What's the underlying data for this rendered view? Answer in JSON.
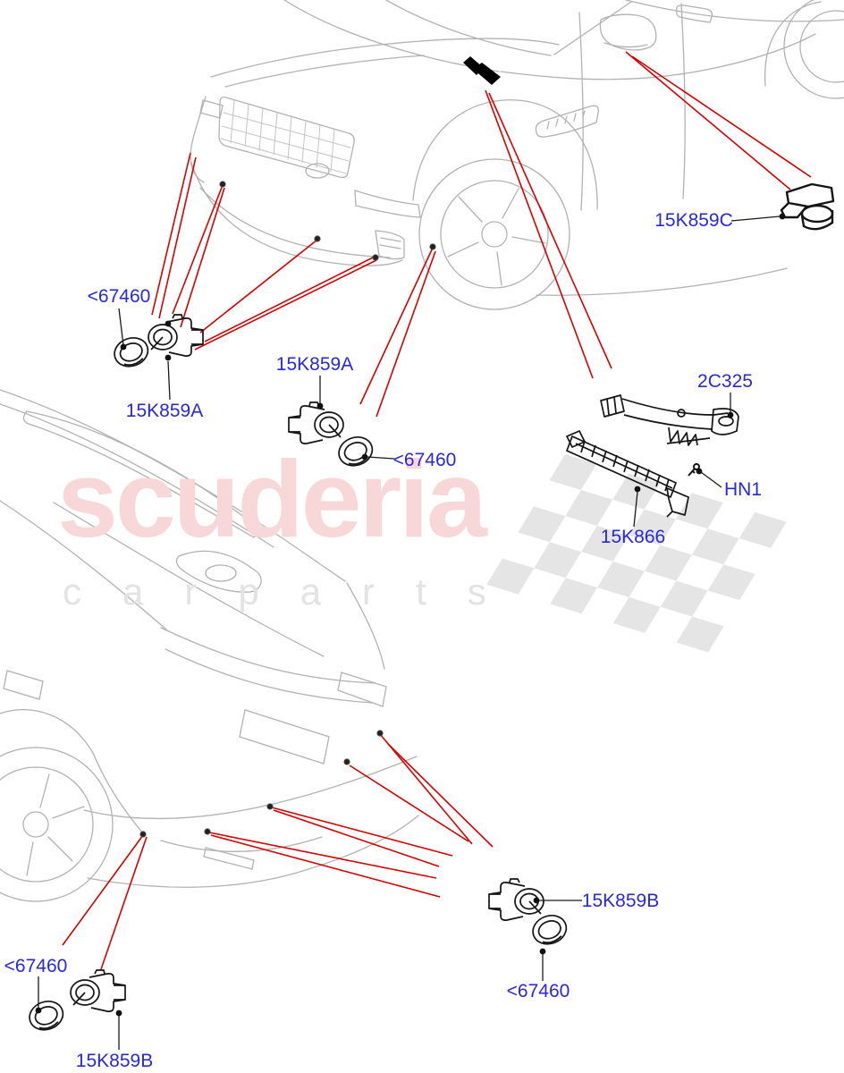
{
  "document": {
    "type": "parts-diagram",
    "subject": "Parking distance control sensors - front and rear vehicle views"
  },
  "watermark": {
    "brand": "scuderia",
    "sub": "carparts",
    "brand_color": "#f7d7d7",
    "sub_color": "#e3e3e3"
  },
  "colors": {
    "label_blue": "#2828dd",
    "callout_red": "#d60000",
    "vehicle_line_gray": "#b2b2b2",
    "part_line_black": "#141414",
    "checkered_flag_gray": "#e5e5e5"
  },
  "labels": [
    {
      "id": "front-left-ring",
      "text": "<67460"
    },
    {
      "id": "front-left-sensor",
      "text": "15K859A"
    },
    {
      "id": "front-center-sensor",
      "text": "15K859A"
    },
    {
      "id": "front-center-ring",
      "text": "<67460"
    },
    {
      "id": "side-sensor",
      "text": "15K859C"
    },
    {
      "id": "bracket",
      "text": "2C325"
    },
    {
      "id": "nut",
      "text": "HN1"
    },
    {
      "id": "deflector",
      "text": "15K866"
    },
    {
      "id": "rear-right-sensor",
      "text": "15K859B"
    },
    {
      "id": "rear-right-ring",
      "text": "<67460"
    },
    {
      "id": "rear-left-ring",
      "text": "<67460"
    },
    {
      "id": "rear-left-sensor",
      "text": "15K859B"
    }
  ]
}
